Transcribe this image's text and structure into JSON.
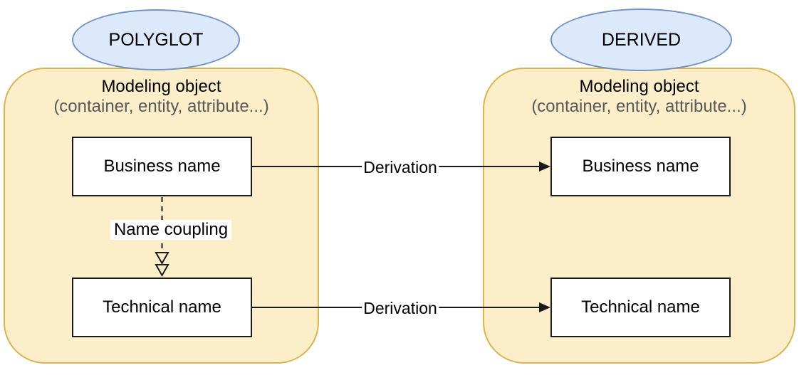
{
  "diagram": {
    "groups": [
      {
        "id": "polyglot",
        "tag": "POLYGLOT",
        "title": "Modeling object",
        "subtitle": "(container, entity, attribute...)",
        "nodes": {
          "business": "Business name",
          "technical": "Technical name"
        }
      },
      {
        "id": "derived",
        "tag": "DERIVED",
        "title": "Modeling object",
        "subtitle": "(container, entity, attribute...)",
        "nodes": {
          "business": "Business name",
          "technical": "Technical name"
        }
      }
    ],
    "edges": {
      "business_derivation_label": "Derivation",
      "technical_derivation_label": "Derivation",
      "name_coupling_label": "Name coupling"
    }
  },
  "colors": {
    "canvas_bg": "#FFFFFF",
    "group_fill": "#FCEEC9",
    "group_stroke": "#D9B453",
    "ellipse_fill": "#DCE9FB",
    "ellipse_stroke": "#7291C4",
    "node_fill": "#FFFFFF",
    "node_stroke": "#1A1A1A",
    "edge": "#1A1A1A",
    "text": "#000000",
    "subtitle_text": "#595959"
  }
}
